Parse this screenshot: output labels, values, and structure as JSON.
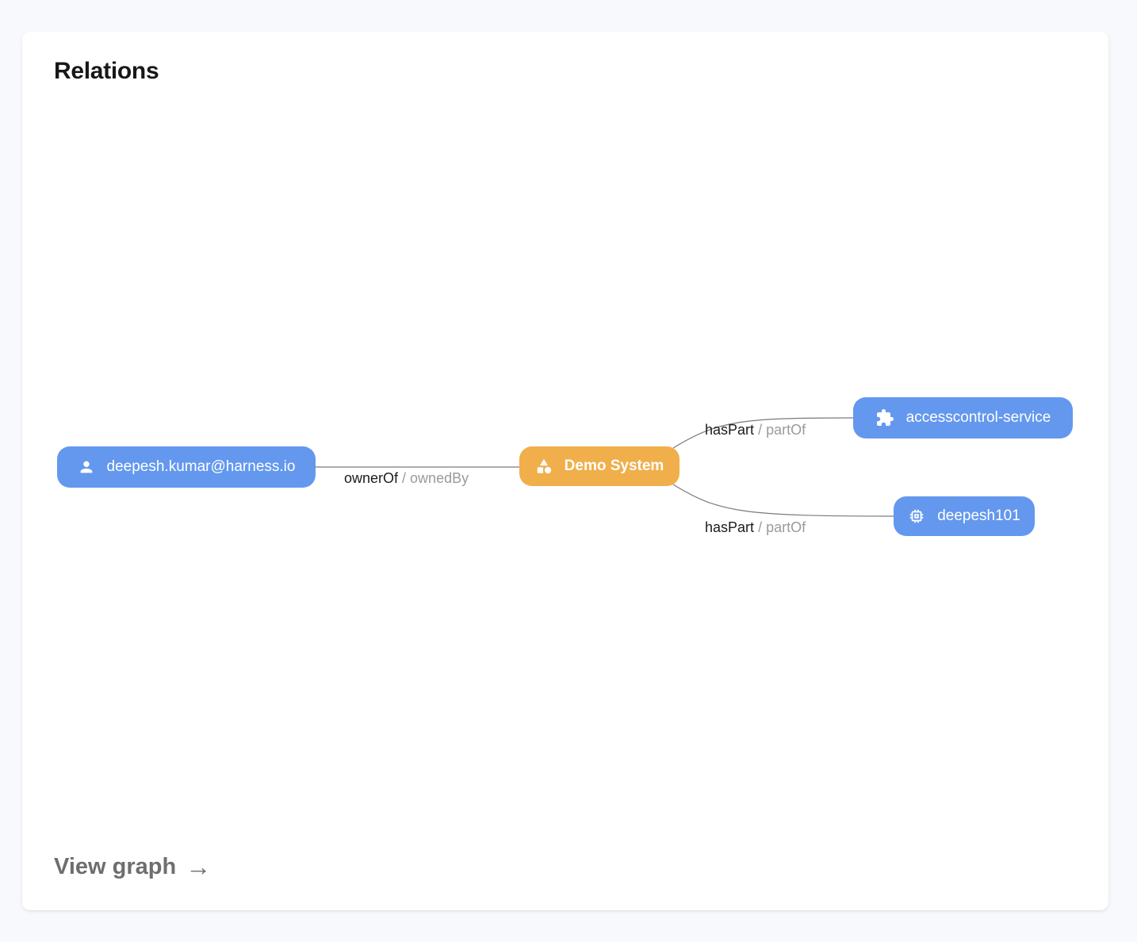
{
  "title": "Relations",
  "footer": {
    "view_graph_label": "View graph",
    "arrow": "→"
  },
  "colors": {
    "node_blue": "#6398EE",
    "node_orange": "#F0AF4A",
    "edge_line": "#7a7a7a",
    "page_background": "#F8F9FC",
    "card_background": "#FFFFFF"
  },
  "graph": {
    "nodes": [
      {
        "id": "user",
        "label": "deepesh.kumar@harness.io",
        "icon": "person-icon",
        "color_key": "node_blue"
      },
      {
        "id": "demo-system",
        "label": "Demo System",
        "icon": "category-icon",
        "color_key": "node_orange"
      },
      {
        "id": "accesscontrol-service",
        "label": "accesscontrol-service",
        "icon": "puzzle-icon",
        "color_key": "node_blue"
      },
      {
        "id": "deepesh101",
        "label": "deepesh101",
        "icon": "chip-icon",
        "color_key": "node_blue"
      }
    ],
    "edges": [
      {
        "from": "user",
        "to": "demo-system",
        "primary": "ownerOf",
        "secondary": "/ ownedBy"
      },
      {
        "from": "demo-system",
        "to": "accesscontrol-service",
        "primary": "hasPart",
        "secondary": "/ partOf"
      },
      {
        "from": "demo-system",
        "to": "deepesh101",
        "primary": "hasPart",
        "secondary": "/ partOf"
      }
    ]
  }
}
